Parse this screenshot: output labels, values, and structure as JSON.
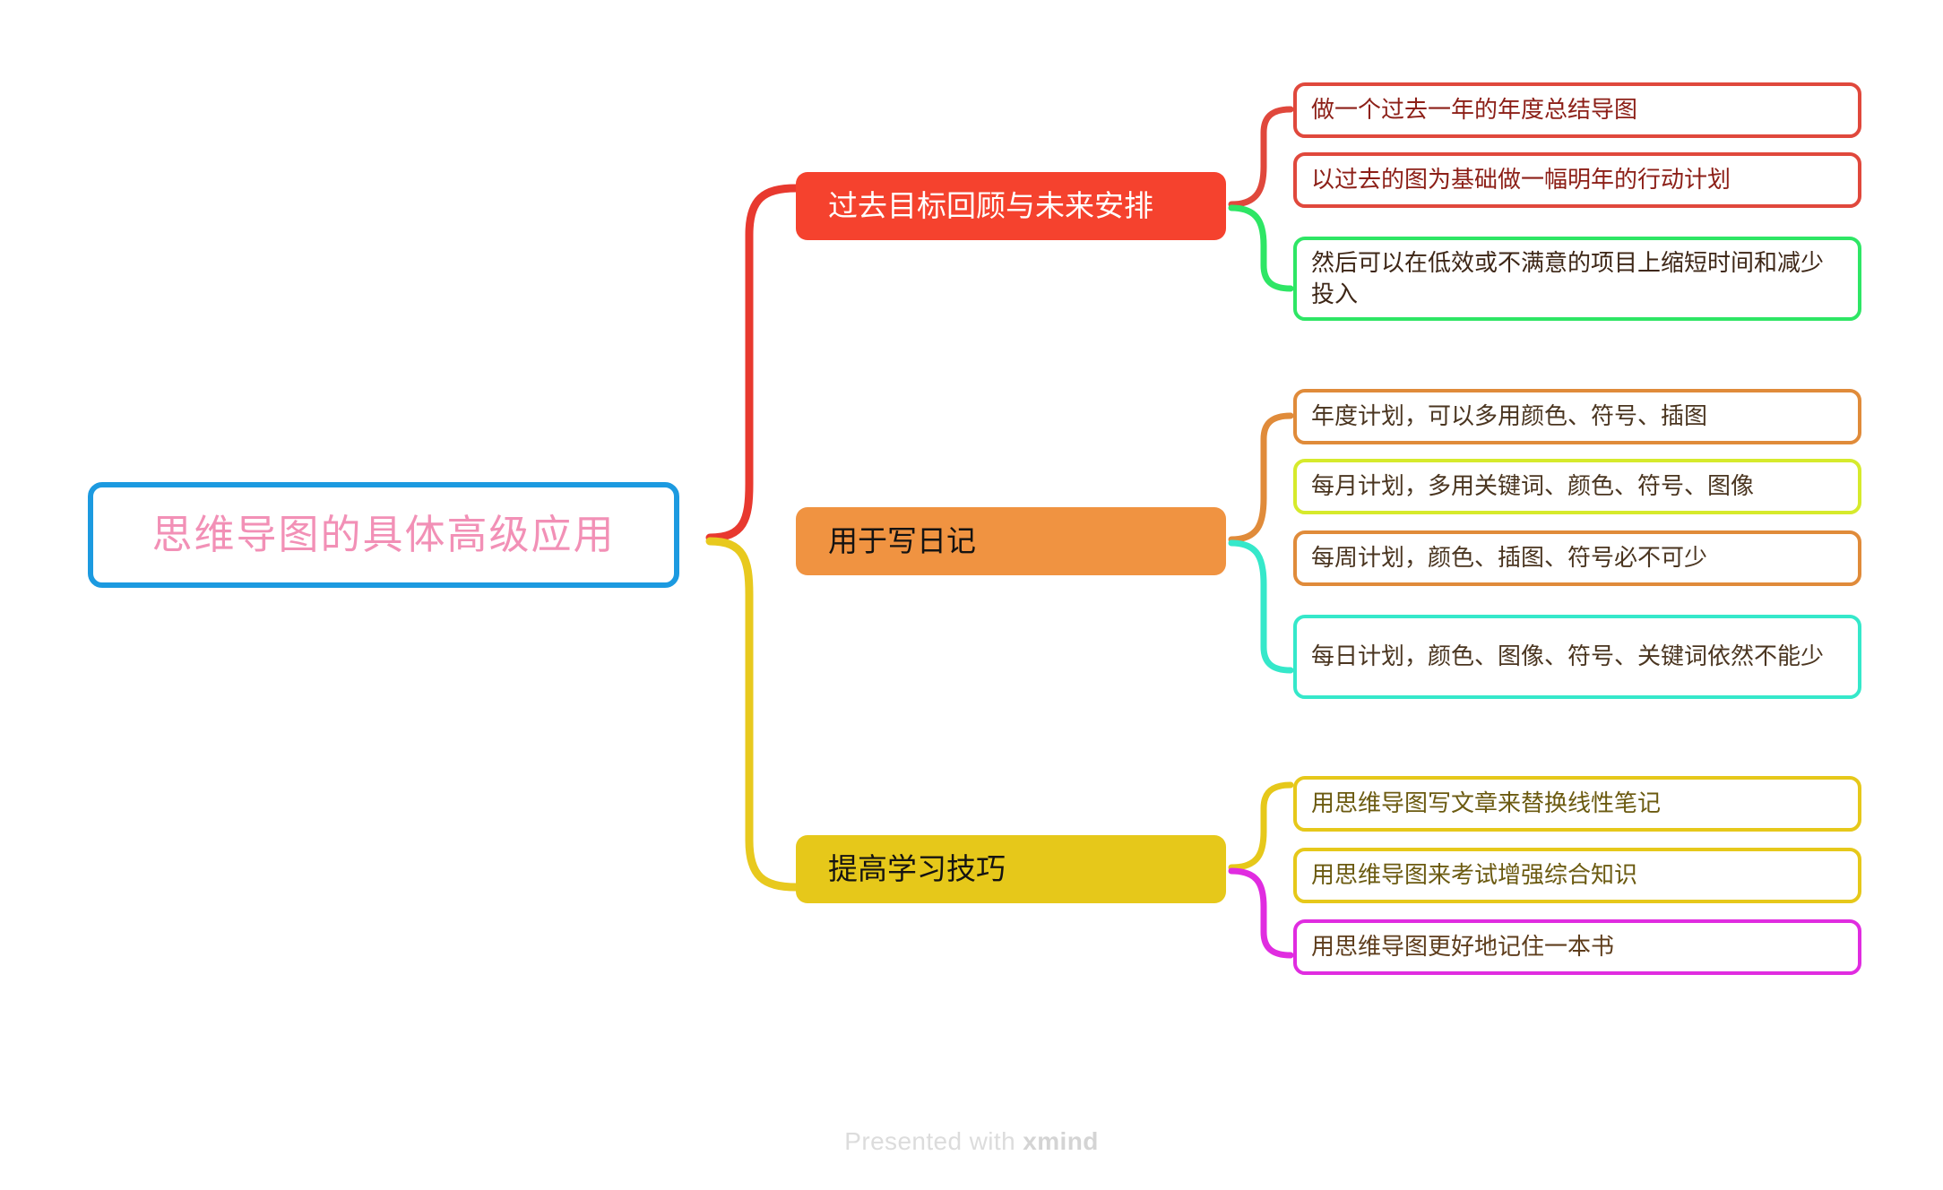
{
  "diagram": {
    "type": "mindmap",
    "watermark": {
      "prefix": "Presented with ",
      "brand": "xmind"
    },
    "root": {
      "label": "思维导图的具体高级应用",
      "border_color": "#1c9ae0",
      "text_color": "#f290b6",
      "fill_color": "#ffffff"
    },
    "branches": [
      {
        "label": "过去目标回顾与未来安排",
        "fill_color": "#f5422e",
        "text_color": "#ffffff",
        "trunk_color": "#e8392f",
        "leaves": [
          {
            "label": "做一个过去一年的年度总结导图",
            "border_color": "#e0483c",
            "text_color": "#8c1f17"
          },
          {
            "label": "以过去的图为基础做一幅明年的行动计划",
            "border_color": "#e0483c",
            "text_color": "#8c1f17"
          },
          {
            "label": "然后可以在低效或不满意的项目上缩短时间和减少投入",
            "border_color": "#2ee665",
            "text_color": "#3d2616"
          }
        ]
      },
      {
        "label": "用于写日记",
        "fill_color": "#f09341",
        "text_color": "#141312",
        "trunk_color": "#e8c91e",
        "leaves": [
          {
            "label": "年度计划，可以多用颜色、符号、插图",
            "border_color": "#e08b3a",
            "text_color": "#4a3520"
          },
          {
            "label": "每月计划，多用关键词、颜色、符号、图像",
            "border_color": "#d6ea2c",
            "text_color": "#4a3520"
          },
          {
            "label": "每周计划，颜色、插图、符号必不可少",
            "border_color": "#e08b3a",
            "text_color": "#4a3520"
          },
          {
            "label": "每日计划，颜色、图像、符号、关键词依然不能少",
            "border_color": "#35e8ca",
            "text_color": "#4a3520"
          }
        ]
      },
      {
        "label": "提高学习技巧",
        "fill_color": "#e6c81a",
        "text_color": "#141312",
        "trunk_color": "#e8c91e",
        "leaves": [
          {
            "label": "用思维导图写文章来替换线性笔记",
            "border_color": "#e6c81a",
            "text_color": "#6b5a10"
          },
          {
            "label": "用思维导图来考试增强综合知识",
            "border_color": "#e6c81a",
            "text_color": "#6b5a10"
          },
          {
            "label": "用思维导图更好地记住一本书",
            "border_color": "#e02ce0",
            "text_color": "#5e3d1c"
          }
        ]
      }
    ]
  }
}
